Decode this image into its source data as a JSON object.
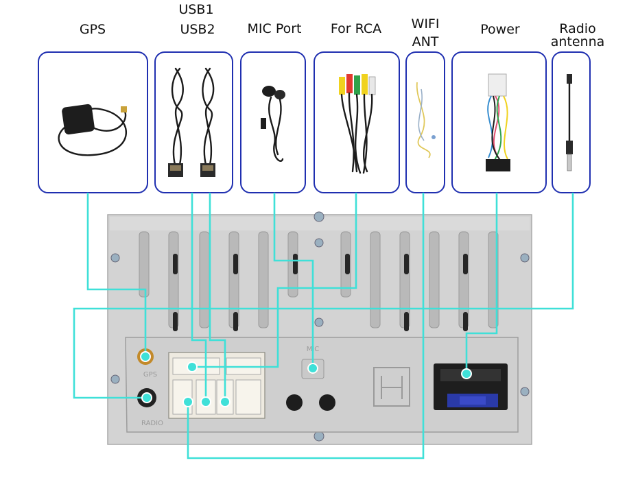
{
  "title": "",
  "labels": {
    "gps": "GPS",
    "usb": [
      "USB1",
      "USB2"
    ],
    "mic": "MIC Port",
    "rca": "For RCA",
    "wifi": [
      "WIFI",
      "ANT"
    ],
    "power": "Power",
    "radio": [
      "Radio",
      "antenna"
    ]
  },
  "unit_markings": {
    "gps": "GPS",
    "mic": "MIC",
    "radio": "RADIO"
  },
  "colors": {
    "card_border": "#1f2fb0",
    "connector_line": "#3fe0d8",
    "chassis": "#d2d2d2",
    "gps_port": "#e0282e"
  }
}
